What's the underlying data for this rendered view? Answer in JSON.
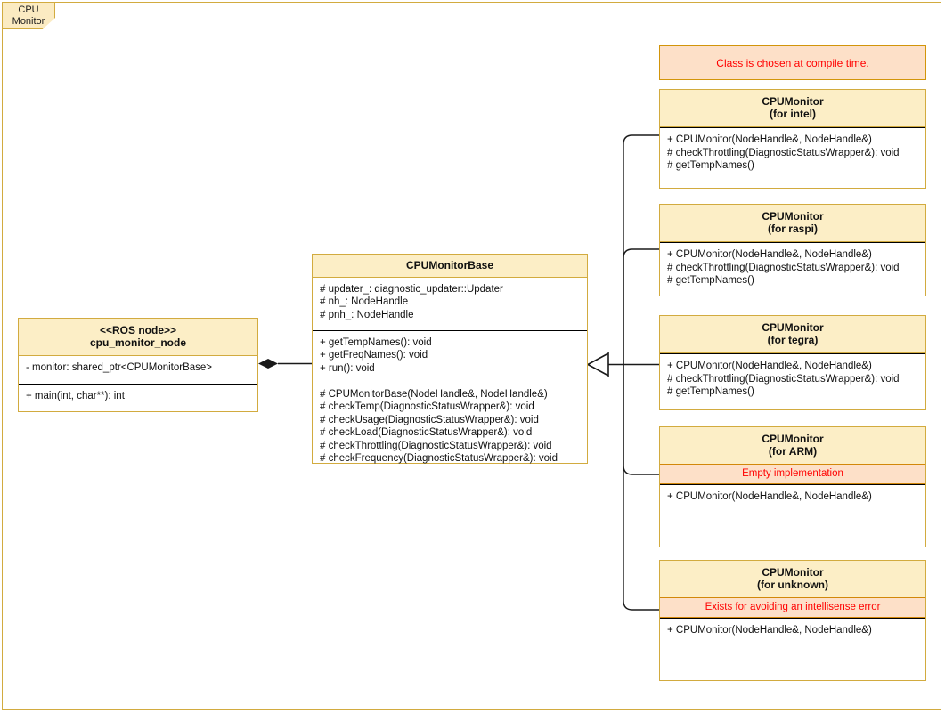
{
  "frame": {
    "tab_line1": "CPU",
    "tab_line2": "Monitor",
    "border_color": "#d2ab3f"
  },
  "colors": {
    "class_header_fill": "#fceec6",
    "class_border": "#d2ab3f",
    "note_fill": "#fde0c8",
    "note_border": "#d2950a",
    "note_text": "#ff0000",
    "body_fill": "#ffffff",
    "line": "#1a1a1a"
  },
  "note": {
    "text": "Class is chosen at compile time."
  },
  "node_class": {
    "stereotype": "<<ROS node>>",
    "name": "cpu_monitor_node",
    "attributes": "- monitor: shared_ptr<CPUMonitorBase>",
    "operations": "+ main(int, char**): int"
  },
  "base_class": {
    "name": "CPUMonitorBase",
    "attributes": "# updater_: diagnostic_updater::Updater\n# nh_: NodeHandle\n# pnh_: NodeHandle",
    "operations": "+ getTempNames(): void\n+ getFreqNames(): void\n+ run(): void\n\n# CPUMonitorBase(NodeHandle&, NodeHandle&)\n# checkTemp(DiagnosticStatusWrapper&): void\n# checkUsage(DiagnosticStatusWrapper&): void\n# checkLoad(DiagnosticStatusWrapper&): void\n# checkThrottling(DiagnosticStatusWrapper&): void\n# checkFrequency(DiagnosticStatusWrapper&): void"
  },
  "subclasses": [
    {
      "name": "CPUMonitor",
      "variant": "(for intel)",
      "note": null,
      "operations": "+ CPUMonitor(NodeHandle&, NodeHandle&)\n# checkThrottling(DiagnosticStatusWrapper&): void\n# getTempNames()"
    },
    {
      "name": "CPUMonitor",
      "variant": "(for raspi)",
      "note": null,
      "operations": "+ CPUMonitor(NodeHandle&, NodeHandle&)\n# checkThrottling(DiagnosticStatusWrapper&): void\n# getTempNames()"
    },
    {
      "name": "CPUMonitor",
      "variant": "(for tegra)",
      "note": null,
      "operations": "+ CPUMonitor(NodeHandle&, NodeHandle&)\n# checkThrottling(DiagnosticStatusWrapper&): void\n# getTempNames()"
    },
    {
      "name": "CPUMonitor",
      "variant": "(for ARM)",
      "note": "Empty implementation",
      "operations": "+ CPUMonitor(NodeHandle&, NodeHandle&)"
    },
    {
      "name": "CPUMonitor",
      "variant": "(for unknown)",
      "note": "Exists for avoiding an intellisense error",
      "operations": "+ CPUMonitor(NodeHandle&, NodeHandle&)"
    }
  ],
  "relationships": {
    "composition": "cpu_monitor_node composes CPUMonitorBase",
    "generalization": "CPUMonitor variants inherit from CPUMonitorBase"
  }
}
